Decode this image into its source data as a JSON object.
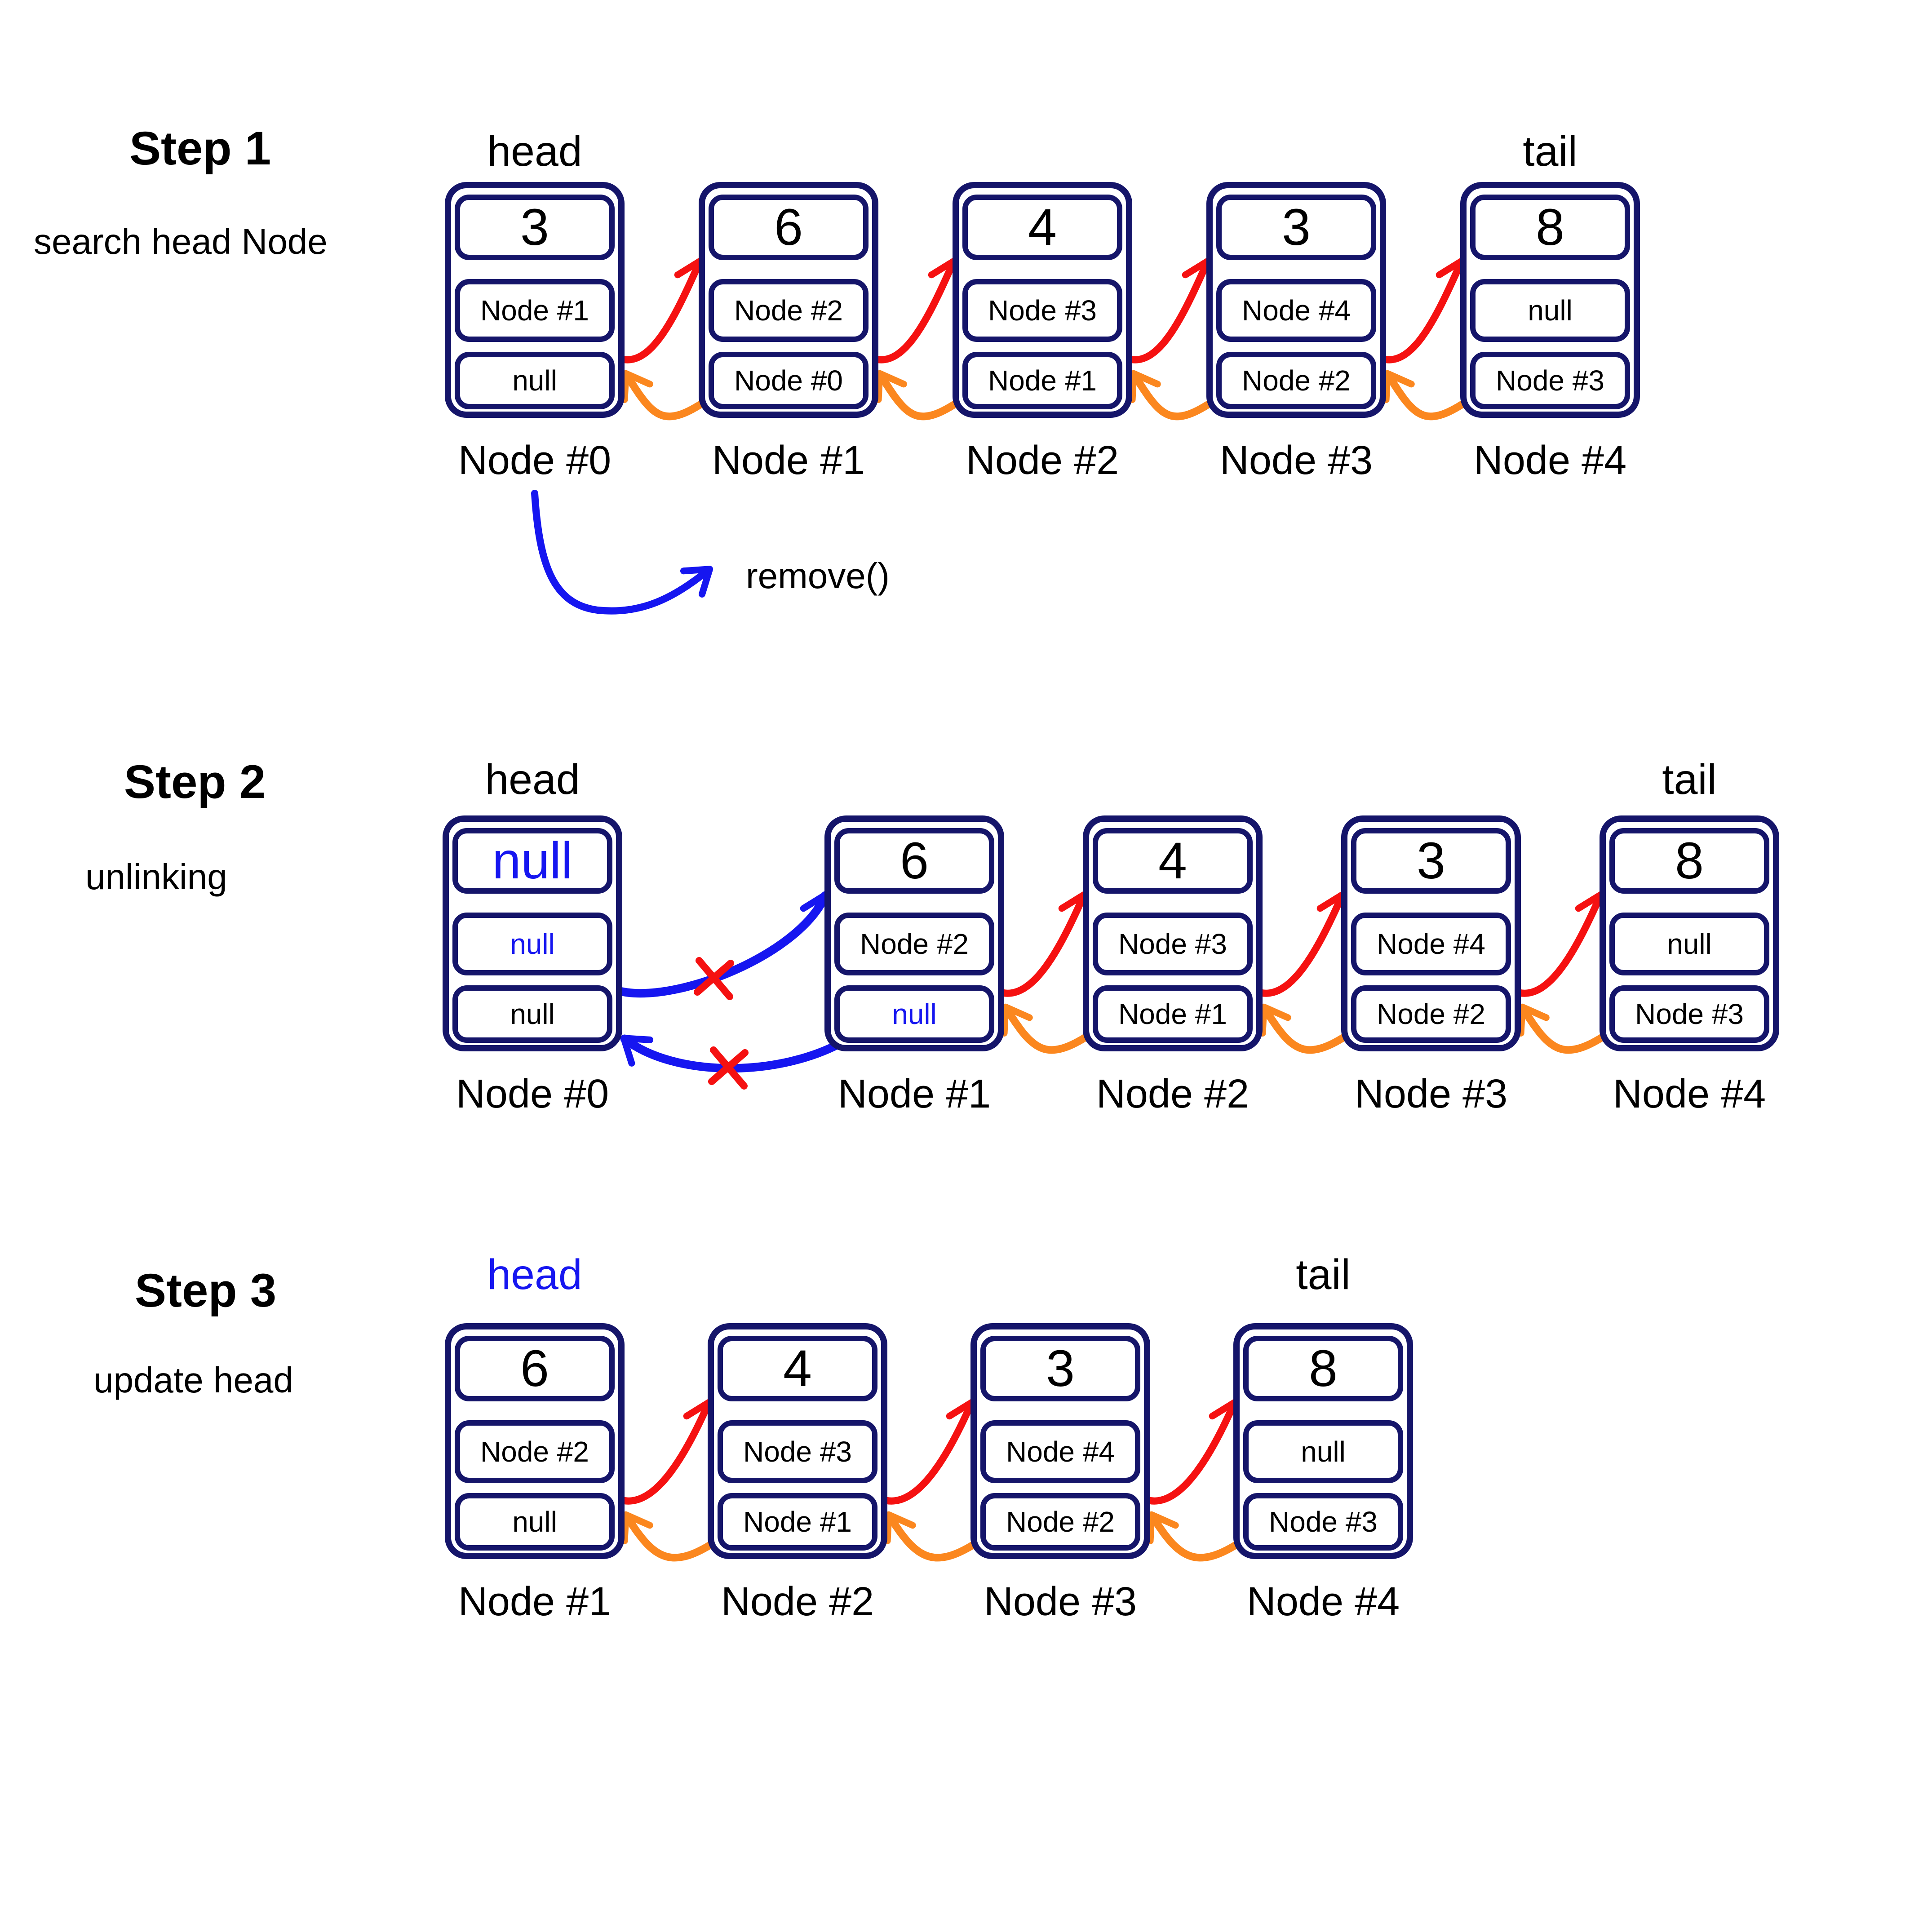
{
  "colors": {
    "navy": "#15156a",
    "red": "#f51111",
    "orange": "#fb871f",
    "blue": "#1616f0",
    "black": "#000000",
    "background": "#ffffff"
  },
  "steps": [
    {
      "title": "Step 1",
      "subtitle": "search head Node",
      "pointer_labels": {
        "head": "head",
        "tail": "tail"
      },
      "head_label_color": "black",
      "annotation": {
        "label": "remove()"
      },
      "nodes": [
        {
          "label": "Node #0",
          "value": "3",
          "next": "Node #1",
          "prev": "null"
        },
        {
          "label": "Node #1",
          "value": "6",
          "next": "Node #2",
          "prev": "Node #0"
        },
        {
          "label": "Node #2",
          "value": "4",
          "next": "Node #3",
          "prev": "Node #1"
        },
        {
          "label": "Node #3",
          "value": "3",
          "next": "Node #4",
          "prev": "Node #2"
        },
        {
          "label": "Node #4",
          "value": "8",
          "next": "null",
          "prev": "Node #3"
        }
      ],
      "links": [
        {
          "type": "next",
          "from": 0,
          "to": 1,
          "color": "red"
        },
        {
          "type": "next",
          "from": 1,
          "to": 2,
          "color": "red"
        },
        {
          "type": "next",
          "from": 2,
          "to": 3,
          "color": "red"
        },
        {
          "type": "next",
          "from": 3,
          "to": 4,
          "color": "red"
        },
        {
          "type": "prev",
          "from": 1,
          "to": 0,
          "color": "orange"
        },
        {
          "type": "prev",
          "from": 2,
          "to": 1,
          "color": "orange"
        },
        {
          "type": "prev",
          "from": 3,
          "to": 2,
          "color": "orange"
        },
        {
          "type": "prev",
          "from": 4,
          "to": 3,
          "color": "orange"
        }
      ]
    },
    {
      "title": "Step 2",
      "subtitle": "unlinking",
      "pointer_labels": {
        "head": "head",
        "tail": "tail"
      },
      "head_label_color": "black",
      "nodes": [
        {
          "label": "Node #0",
          "value": "null",
          "value_color": "blue",
          "next": "null",
          "next_color": "blue",
          "prev": "null"
        },
        {
          "label": "Node #1",
          "value": "6",
          "next": "Node #2",
          "prev": "null",
          "prev_color": "blue"
        },
        {
          "label": "Node #2",
          "value": "4",
          "next": "Node #3",
          "prev": "Node #1"
        },
        {
          "label": "Node #3",
          "value": "3",
          "next": "Node #4",
          "prev": "Node #2"
        },
        {
          "label": "Node #4",
          "value": "8",
          "next": "null",
          "prev": "Node #3"
        }
      ],
      "links": [
        {
          "type": "unlink-next",
          "from": 0,
          "to": 1,
          "color": "blue",
          "crossed": true
        },
        {
          "type": "unlink-prev",
          "from": 1,
          "to": 0,
          "color": "blue",
          "crossed": true
        },
        {
          "type": "next",
          "from": 1,
          "to": 2,
          "color": "red"
        },
        {
          "type": "next",
          "from": 2,
          "to": 3,
          "color": "red"
        },
        {
          "type": "next",
          "from": 3,
          "to": 4,
          "color": "red"
        },
        {
          "type": "prev",
          "from": 2,
          "to": 1,
          "color": "orange"
        },
        {
          "type": "prev",
          "from": 3,
          "to": 2,
          "color": "orange"
        },
        {
          "type": "prev",
          "from": 4,
          "to": 3,
          "color": "orange"
        }
      ]
    },
    {
      "title": "Step 3",
      "subtitle": "update head",
      "pointer_labels": {
        "head": "head",
        "tail": "tail"
      },
      "head_label_color": "blue",
      "nodes": [
        {
          "label": "Node #1",
          "value": "6",
          "next": "Node #2",
          "prev": "null"
        },
        {
          "label": "Node #2",
          "value": "4",
          "next": "Node #3",
          "prev": "Node #1"
        },
        {
          "label": "Node #3",
          "value": "3",
          "next": "Node #4",
          "prev": "Node #2"
        },
        {
          "label": "Node #4",
          "value": "8",
          "next": "null",
          "prev": "Node #3"
        }
      ],
      "links": [
        {
          "type": "next",
          "from": 0,
          "to": 1,
          "color": "red"
        },
        {
          "type": "next",
          "from": 1,
          "to": 2,
          "color": "red"
        },
        {
          "type": "next",
          "from": 2,
          "to": 3,
          "color": "red"
        },
        {
          "type": "prev",
          "from": 1,
          "to": 0,
          "color": "orange"
        },
        {
          "type": "prev",
          "from": 2,
          "to": 1,
          "color": "orange"
        },
        {
          "type": "prev",
          "from": 3,
          "to": 2,
          "color": "orange"
        }
      ]
    }
  ]
}
